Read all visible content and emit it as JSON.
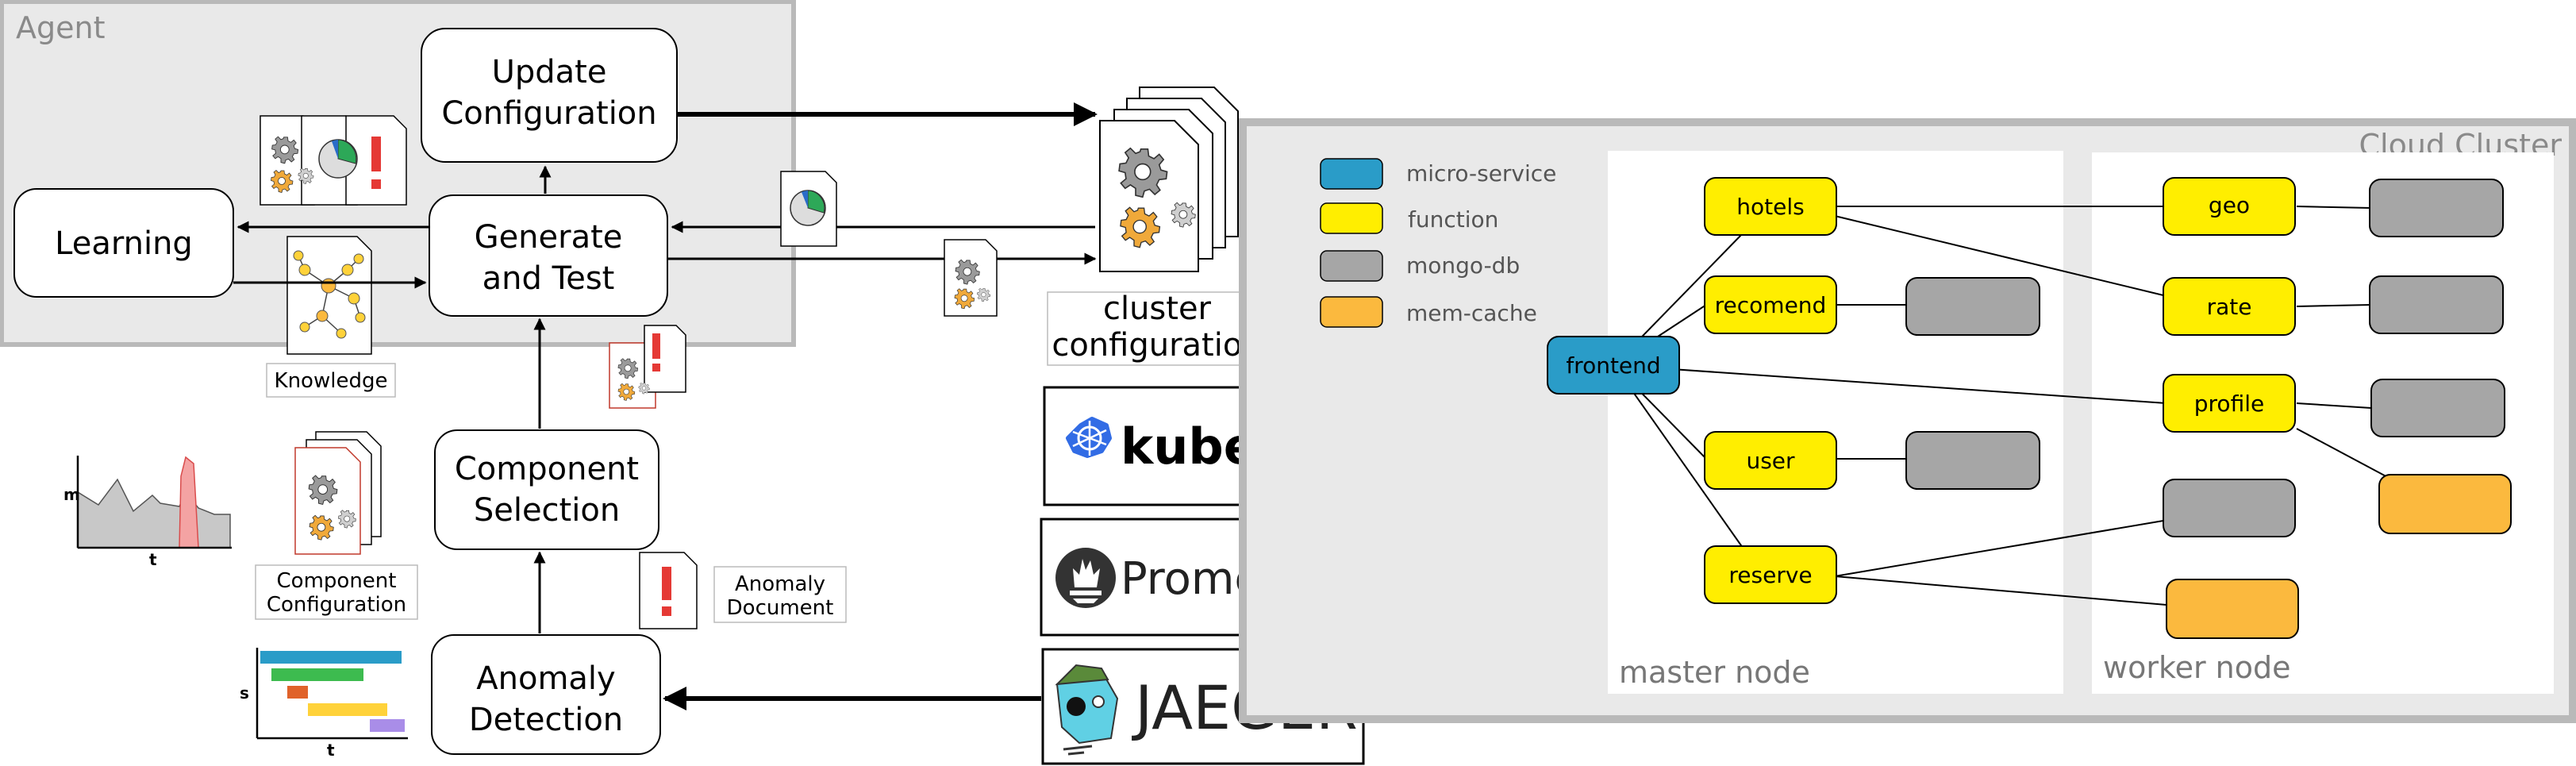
{
  "agent": {
    "title": "Agent",
    "update_configuration": [
      "Update",
      "Configuration"
    ],
    "generate_and_test": [
      "Generate",
      "and Test"
    ],
    "learning": "Learning",
    "knowledge": "Knowledge"
  },
  "pipeline": {
    "component_selection": [
      "Component",
      "Selection"
    ],
    "anomaly_detection": [
      "Anomaly",
      "Detection"
    ],
    "component_configuration": [
      "Component",
      "Configuration"
    ],
    "anomaly_document": [
      "Anomaly",
      "Document"
    ],
    "chart_axis_m": "m",
    "chart_axis_t": "t",
    "chart_axis_s": "s"
  },
  "cluster_configuration": [
    "cluster",
    "configuration"
  ],
  "tools": {
    "kubernetes": "kubernetes",
    "prometheus": "Prometheus",
    "jaeger": "JAEGER"
  },
  "cloud_cluster": {
    "title": "Cloud Cluster",
    "legend": [
      {
        "label": "micro-service",
        "color": "#2a9cc8"
      },
      {
        "label": "function",
        "color": "#ffee00"
      },
      {
        "label": "mongo-db",
        "color": "#a6a6a6"
      },
      {
        "label": "mem-cache",
        "color": "#fbb93e"
      }
    ],
    "master_node": "master node",
    "worker_node": "worker node",
    "services": {
      "frontend": "frontend",
      "hotels": "hotels",
      "recomend": "recomend",
      "user": "user",
      "reserve": "reserve",
      "geo": "geo",
      "rate": "rate",
      "profile": "profile"
    }
  },
  "colors": {
    "panel_gray": "#e9e9e9",
    "panel_border": "#b9b9b9",
    "micro_service": "#2a9cc8",
    "function": "#ffee00",
    "mongo_db": "#a6a6a6",
    "mem_cache": "#fbb93e",
    "alert_red": "#e53935",
    "kubernetes_blue": "#326ce5"
  }
}
